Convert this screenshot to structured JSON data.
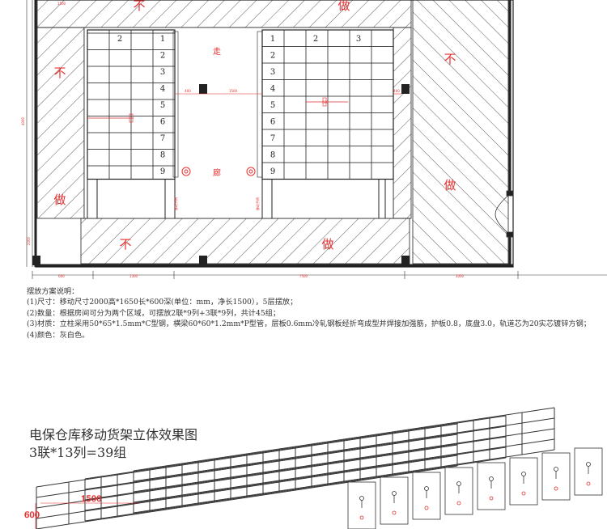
{
  "plan": {
    "area_labels": [
      "不",
      "做",
      "不",
      "不",
      "做",
      "做",
      "不",
      "做"
    ],
    "aisle_chars": [
      "走",
      "廊"
    ],
    "rack_left_numbers": [
      "2",
      "1",
      "2",
      "3",
      "4",
      "5",
      "6",
      "7",
      "8",
      "9"
    ],
    "rack_right_numbers": [
      "2",
      "3",
      "1",
      "2",
      "3",
      "4",
      "5",
      "6",
      "7",
      "8",
      "9"
    ],
    "handle_label": "移动手柄",
    "dims": {
      "top": "1500",
      "left_bottom_1": "600",
      "left_bottom_2": "1300",
      "middle": "7500",
      "right": "3000",
      "side_1": "4000",
      "side_2": "2000",
      "gap_1": "400",
      "gap_2": "1500",
      "gap_3": "400",
      "depth": "600"
    }
  },
  "notes": {
    "heading": "摆放方案说明：",
    "lines": [
      "(1)尺寸：移动尺寸2000高*1650长*600深(单位：mm，净长1500），5层摆放；",
      "(2)数量：根据房间可分为两个区域，可摆放2联*9列+3联*9列，共计45组；",
      "(3)材质：立柱采用50*65*1.5mm*C型钢，横梁60*60*1.2mm*P型管，层板0.6mm冷轧钢板经折弯成型并焊接加强筋，护板0.8，底盘3.0，轨道芯为20实芯镀锌方钢；",
      "(4)颜色：灰白色。"
    ]
  },
  "view3d": {
    "title": "电保仓库移动货架立体效果图",
    "subtitle": "3联*13列=39组",
    "dim_length": "1500",
    "dim_depth": "600"
  }
}
